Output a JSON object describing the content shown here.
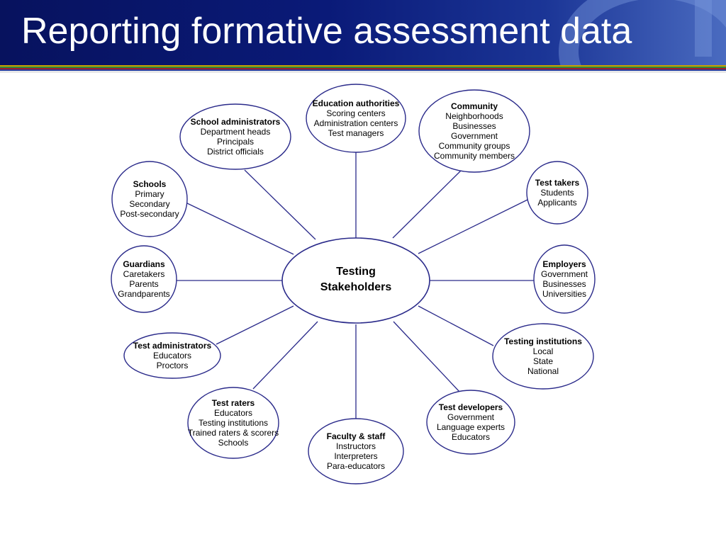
{
  "slide": {
    "title": "Reporting formative assessment data"
  },
  "colors": {
    "header_dark": "#07125e",
    "header_light": "#4a6bc0",
    "stripe_1": "#c8a000",
    "stripe_2": "#2c8a3e",
    "stripe_3": "#a01c2a",
    "stripe_4": "#2a3fa0",
    "connector": "#2a2a8a"
  },
  "diagram": {
    "center": {
      "lines": [
        "Testing",
        "Stakeholders"
      ]
    },
    "nodes": [
      {
        "id": "school-administrators",
        "title": "School administrators",
        "items": [
          "Department heads",
          "Principals",
          "District officials"
        ]
      },
      {
        "id": "education-authorities",
        "title": "Education authorities",
        "items": [
          "Scoring centers",
          "Administration centers",
          "Test managers"
        ]
      },
      {
        "id": "community",
        "title": "Community",
        "items": [
          "Neighborhoods",
          "Businesses",
          "Government",
          "Community groups",
          "Community members"
        ]
      },
      {
        "id": "schools",
        "title": "Schools",
        "items": [
          "Primary",
          "Secondary",
          "Post-secondary"
        ]
      },
      {
        "id": "test-takers",
        "title": "Test takers",
        "items": [
          "Students",
          "Applicants"
        ]
      },
      {
        "id": "guardians",
        "title": "Guardians",
        "items": [
          "Caretakers",
          "Parents",
          "Grandparents"
        ]
      },
      {
        "id": "employers",
        "title": "Employers",
        "items": [
          "Government",
          "Businesses",
          "Universities"
        ]
      },
      {
        "id": "test-administrators",
        "title": "Test administrators",
        "items": [
          "Educators",
          "Proctors"
        ]
      },
      {
        "id": "testing-institutions",
        "title": "Testing institutions",
        "items": [
          "Local",
          "State",
          "National"
        ]
      },
      {
        "id": "test-raters",
        "title": "Test raters",
        "items": [
          "Educators",
          "Testing institutions",
          "Trained raters & scorers",
          "Schools"
        ]
      },
      {
        "id": "test-developers",
        "title": "Test developers",
        "items": [
          "Government",
          "Language experts",
          "Educators"
        ]
      },
      {
        "id": "faculty-staff",
        "title": "Faculty & staff",
        "items": [
          "Instructors",
          "Interpreters",
          "Para-educators"
        ]
      }
    ]
  }
}
